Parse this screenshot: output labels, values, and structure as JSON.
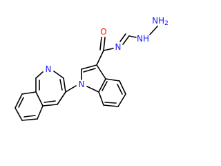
{
  "colors": {
    "carbon_bond": "#000000",
    "nitrogen": "#1c1cff",
    "oxygen": "#ff0d0d",
    "background": "#ffffff"
  },
  "atoms": {
    "o_carbonyl": "O",
    "n_amide": "N",
    "nh_hydrazine": "NH",
    "nh2_terminal": "NH2",
    "n_indole": "N",
    "n_quinoline": "N"
  }
}
